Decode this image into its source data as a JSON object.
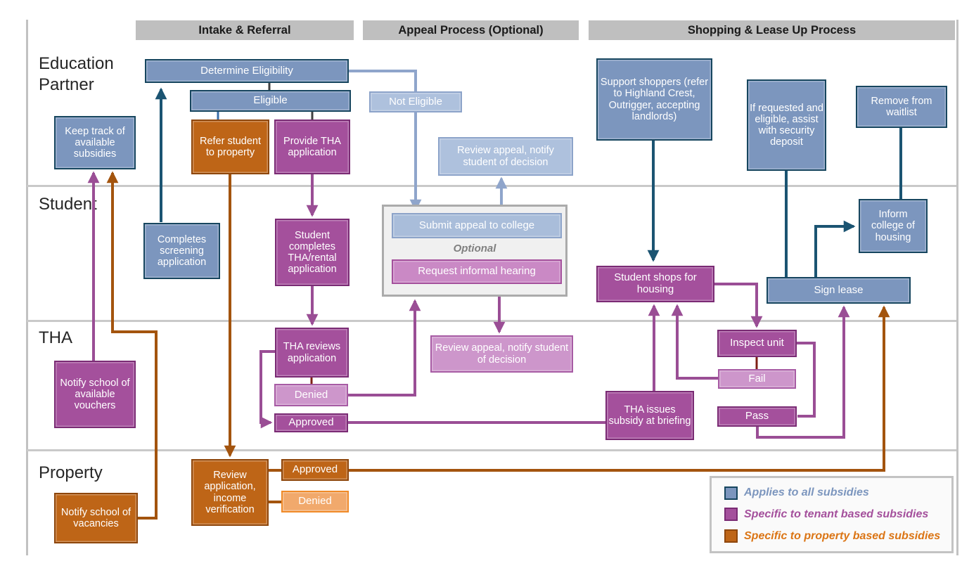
{
  "diagram": {
    "phases": [
      {
        "label": "Intake & Referral"
      },
      {
        "label": "Appeal Process (Optional)"
      },
      {
        "label": "Shopping & Lease Up Process"
      }
    ],
    "lanes": [
      {
        "label": "Education Partner"
      },
      {
        "label": "Student"
      },
      {
        "label": "THA"
      },
      {
        "label": "Property"
      }
    ],
    "nodes": {
      "determine_eligibility": "Determine Eligibility",
      "eligible": "Eligible",
      "keep_track": "Keep track of available subsidies",
      "refer_student": "Refer student to property",
      "provide_tha": "Provide THA application",
      "not_eligible": "Not Eligible",
      "review_appeal_ep": "Review appeal, notify student of decision",
      "support_shoppers": "Support shoppers (refer to Highland Crest, Outrigger, accepting landlords)",
      "if_requested": "If requested and eligible, assist with security deposit",
      "remove_waitlist": "Remove from waitlist",
      "completes_screening": "Completes screening application",
      "student_completes": "Student completes THA/rental application",
      "submit_appeal": "Submit appeal to college",
      "request_hearing": "Request informal hearing",
      "student_shops": "Student shops for housing",
      "sign_lease": "Sign lease",
      "inform_college": "Inform college of housing",
      "tha_reviews": "THA reviews application",
      "denied_tha": "Denied",
      "approved_tha": "Approved",
      "review_appeal_tha": "Review appeal, notify student of decision",
      "tha_issues": "THA issues subsidy at briefing",
      "inspect_unit": "Inspect unit",
      "fail": "Fail",
      "pass": "Pass",
      "notify_vouchers": "Notify school of available vouchers",
      "notify_vacancies": "Notify school of vacancies",
      "review_application": "Review application, income verification",
      "approved_prop": "Approved",
      "denied_prop": "Denied"
    },
    "appeal_group": {
      "optional_label": "Optional"
    },
    "legend": {
      "items": [
        {
          "label": "Applies to all subsidies",
          "color": "#7c96be"
        },
        {
          "label": "Specific to tenant based subsidies",
          "color": "#a4509c"
        },
        {
          "label": "Specific to property based subsidies",
          "color": "#be6517"
        }
      ]
    },
    "colors": {
      "all_subsidies_fill": "#7c96be",
      "all_subsidies_border": "#17465f",
      "all_subsidies_light": "#aec1dd",
      "tenant_fill": "#a4509c",
      "tenant_border": "#7a2b74",
      "tenant_light": "#cd96cb",
      "property_fill": "#be6517",
      "property_border": "#8e460b",
      "property_light": "#f1a96c",
      "phase_header_bg": "#bfbfbf",
      "teal_line": "#1b5472",
      "purple_line": "#9a4e95",
      "brown_line": "#a3540e",
      "lightblue_line": "#8fa5cb"
    }
  }
}
